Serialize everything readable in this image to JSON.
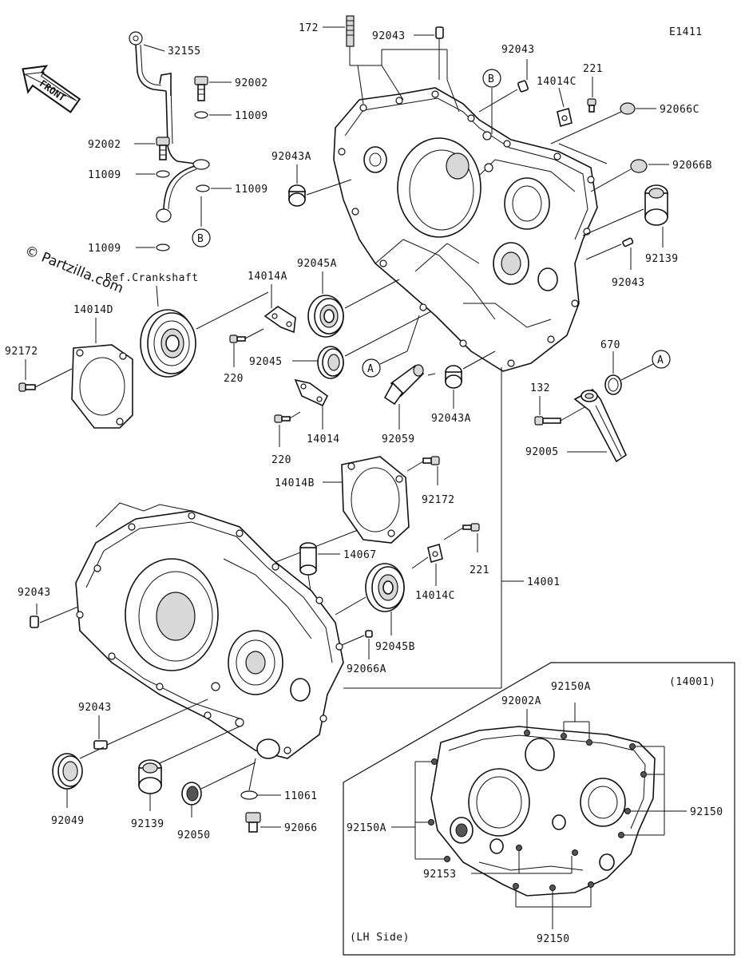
{
  "diagram_code": "E1411",
  "watermark": "© Partzilla.com",
  "front_label": "FRONT",
  "inset": {
    "title": "(14001)",
    "side_label": "(LH Side)",
    "labels": {
      "p92002A": "92002A",
      "p92150A_top": "92150A",
      "p92150A_left": "92150A",
      "p92150_right": "92150",
      "p92153": "92153",
      "p92150_bottom": "92150"
    }
  },
  "ref_crankshaft": "Ref.Crankshaft",
  "callouts": {
    "A1": "A",
    "A2": "A",
    "B1": "B",
    "B2": "B"
  },
  "labels": {
    "p172": "172",
    "p92043_top": "92043",
    "p32155": "32155",
    "p92002_a": "92002",
    "p11009_a": "11009",
    "p92002_b": "92002",
    "p11009_b": "11009",
    "p11009_c": "11009",
    "p11009_d": "11009",
    "p92043_r": "92043",
    "p221_top": "221",
    "p14014C_top": "14014C",
    "p92066C": "92066C",
    "p92043A_top": "92043A",
    "p92066B": "92066B",
    "p92139_r": "92139",
    "p92043_mid": "92043",
    "p14014A": "14014A",
    "p92045A": "92045A",
    "p14014D": "14014D",
    "p92172_l": "92172",
    "p220_a": "220",
    "p92045": "92045",
    "p14014": "14014",
    "p220_b": "220",
    "p92059": "92059",
    "p92043A_b": "92043A",
    "p670": "670",
    "p132": "132",
    "p92005": "92005",
    "p14014B": "14014B",
    "p92172_m": "92172",
    "p14067": "14067",
    "p221_m": "221",
    "p14001": "14001",
    "p14014C_m": "14014C",
    "p92043_l": "92043",
    "p92045B": "92045B",
    "p92066A": "92066A",
    "p92043_low": "92043",
    "p92049": "92049",
    "p92139_low": "92139",
    "p92050": "92050",
    "p11061": "11061",
    "p92066": "92066"
  }
}
